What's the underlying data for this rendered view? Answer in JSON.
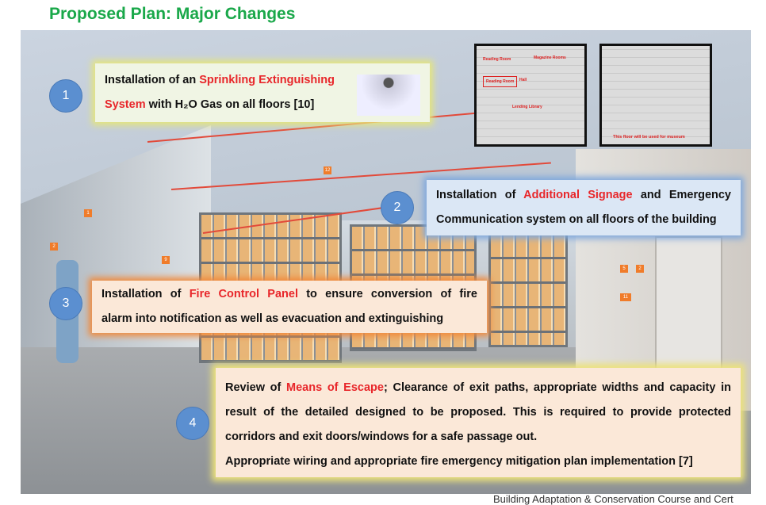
{
  "title": "Proposed Plan: Major Changes",
  "items": [
    {
      "num": "1",
      "pre": "Installation of an ",
      "hl": "Sprinkling Extinguishing",
      "mid_hl": "System",
      "post": " with H₂O Gas on all floors [10]"
    },
    {
      "num": "2",
      "pre": "Installation of ",
      "hl": "Additional Signage",
      "post": " and Emergency",
      "line2": "Communication system on all floors of the building"
    },
    {
      "num": "3",
      "pre": "Installation of ",
      "hl": "Fire Control Panel",
      "post": " to ensure conversion of fire",
      "line2": "alarm into notification as well as evacuation and extinguishing"
    },
    {
      "num": "4",
      "pre": "Review of ",
      "hl": "Means of Escape",
      "post": "; Clearance of exit paths, appropriate widths and capacity in",
      "line2": "result of the detailed designed to be proposed. This is required to provide protected",
      "line3": "corridors and exit doors/windows for a safe passage out.",
      "line4": "Appropriate wiring and appropriate fire emergency mitigation plan implementation [7]"
    }
  ],
  "plans": {
    "left": [
      "Reading Room",
      "Magazine Rooms",
      "Reading Room",
      "Hall",
      "Lending Library"
    ],
    "right_caption": "This floor will be used for museum"
  },
  "tags": [
    "12",
    "1",
    "2",
    "9",
    "5",
    "2",
    "11"
  ],
  "footer": "Building Adaptation & Conservation Course and Cert"
}
